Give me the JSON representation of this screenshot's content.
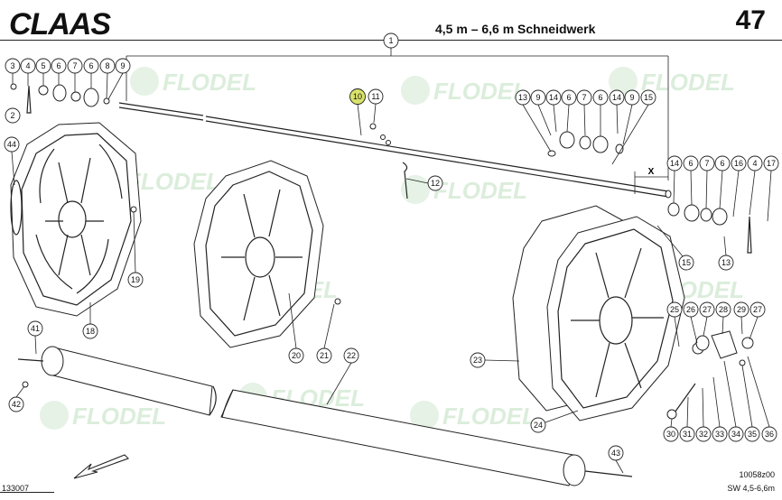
{
  "header": {
    "brand": "CLAAS",
    "title": "4,5 m – 6,6 m Schneidwerk",
    "page_number": "47"
  },
  "footer": {
    "left_ref": "133007",
    "right_ref": "10058z00",
    "right_sub": "SW 4,5-6,6m"
  },
  "watermark": {
    "text": "FLODEL"
  },
  "callouts": [
    "1",
    "2",
    "3",
    "4",
    "5",
    "6",
    "7",
    "8",
    "9",
    "10",
    "11",
    "12",
    "13",
    "14",
    "15",
    "16",
    "17",
    "18",
    "19",
    "20",
    "21",
    "22",
    "23",
    "24",
    "25",
    "26",
    "27",
    "28",
    "29",
    "30",
    "31",
    "32",
    "33",
    "34",
    "35",
    "36",
    "41",
    "42",
    "43",
    "44"
  ],
  "dimension_label": "X",
  "colors": {
    "line": "#222222",
    "highlight": "#d9e26a",
    "watermark": "#b9dcb9"
  }
}
